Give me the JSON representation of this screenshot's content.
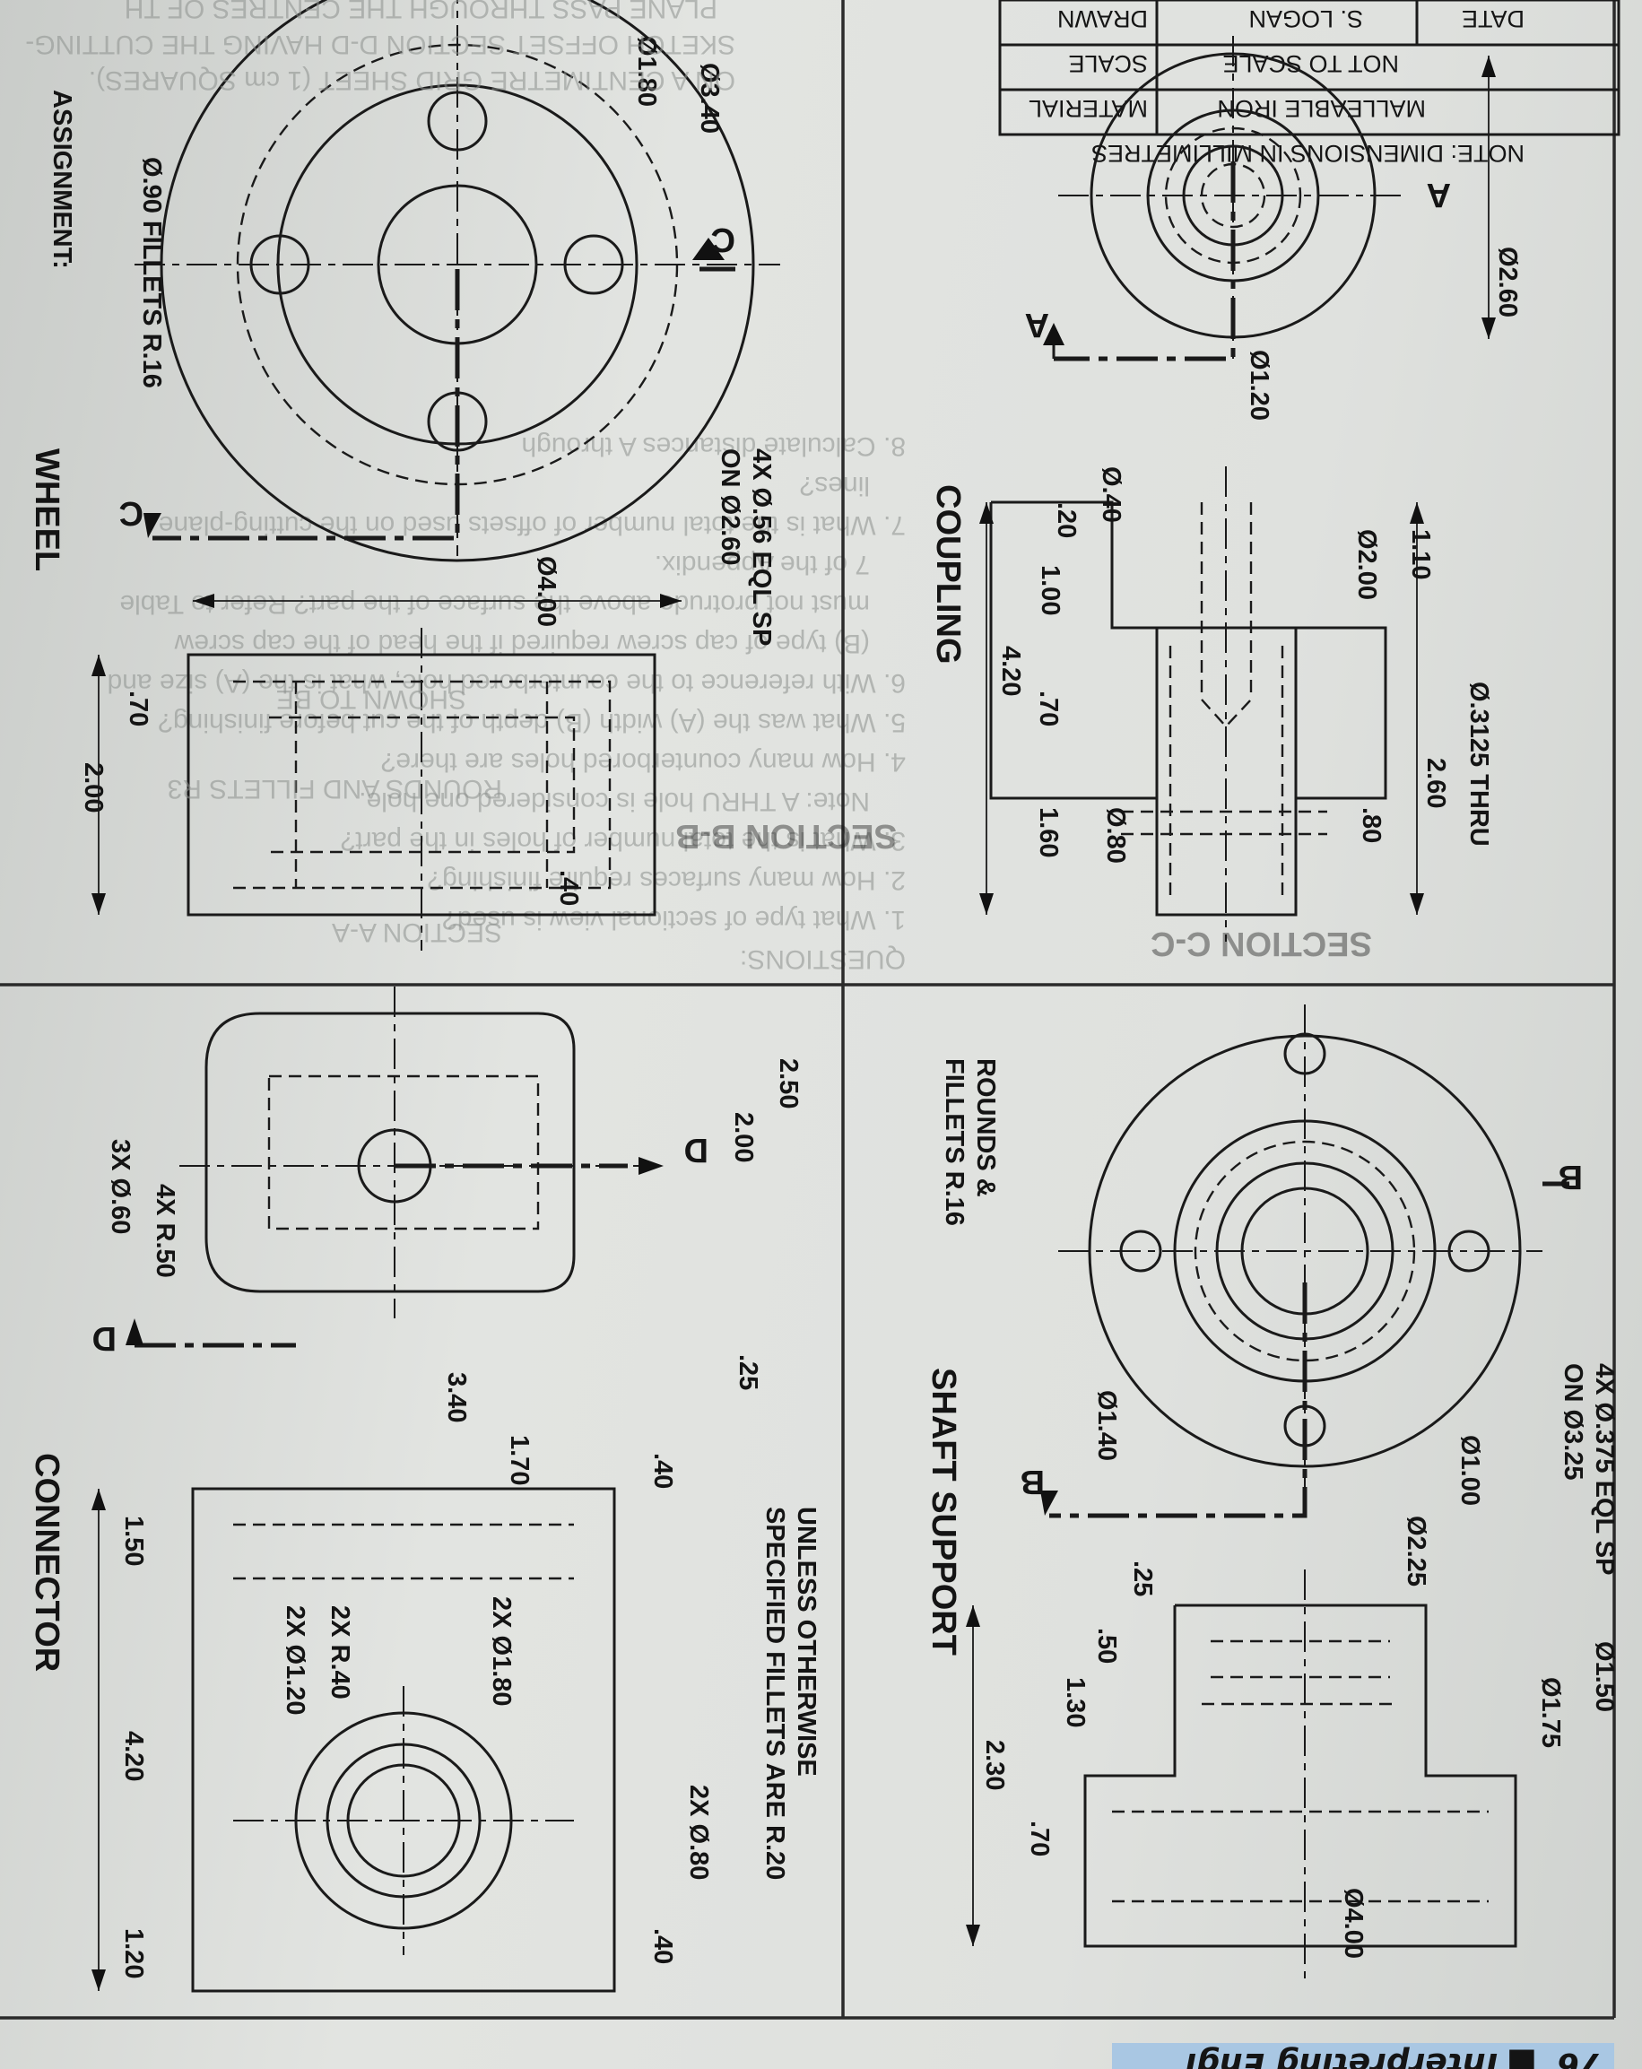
{
  "header": {
    "page_number": "76",
    "bullet": "■",
    "running_title": "Interpreting Engi"
  },
  "drawings": {
    "coupling": {
      "title": "COUPLING",
      "section_b_label": "SECTION B-B",
      "section_c_label": "SECTION C-C",
      "cut_plane": "A",
      "dims": {
        "d_0_3125_thru": "Ø.3125 THRU",
        "d_2_60_len": "2.60",
        "d_80_small": ".80",
        "d_1_10": "1.10",
        "d_2_00": "Ø2.00",
        "d_1_20": "Ø1.20",
        "d_40": "Ø.40",
        "d_20": ".20",
        "d_1_00": "1.00",
        "d_4_20": "4.20",
        "d_70": ".70",
        "d_1_60": "1.60",
        "d_0_80": "Ø.80",
        "d_2_60_dia": "Ø2.60"
      }
    },
    "title_block": {
      "drawn_label": "DRAWN",
      "drawn_value": "S. LOGAN",
      "date_label": "DATE",
      "scale_label": "SCALE",
      "scale_value": "NOT TO SCALE",
      "material_label": "MATERIAL",
      "material_value": "MALLEABLE IRON",
      "note": "NOTE: DIMENSIONS IN MILLIMETRES"
    },
    "shaft_support": {
      "title": "SHAFT SUPPORT",
      "cut_plane": "B",
      "holes_callout_1": "4X Ø.375 EQL SP",
      "holes_callout_2": "ON Ø3.25",
      "fillets": "ROUNDS &",
      "fillets_2": "FILLETS R.16",
      "dims": {
        "d_1_50": "Ø1.50",
        "d_1_75": "Ø1.75",
        "d_1_00": "Ø1.00",
        "d_2_25": "Ø2.25",
        "d_1_40": "Ø1.40",
        "d_25": ".25",
        "d_50": ".50",
        "d_1_30": "1.30",
        "d_2_30": "2.30",
        "d_70": ".70",
        "d_4_00": "Ø4.00"
      }
    },
    "wheel": {
      "title": "WHEEL",
      "cut_plane": "C",
      "assignment": "ASSIGNMENT:",
      "holes_callout_1": "4X Ø.56 EQL SP",
      "holes_callout_2": "ON Ø2.60",
      "fillets": "Ø.90 FILLETS R.16",
      "dims": {
        "d_1_80": "Ø1.80",
        "d_3_40": "Ø3.40",
        "d_4_00": "Ø4.00",
        "d_70": ".70",
        "d_2_00": "2.00",
        "d_40": ".40"
      },
      "faint_text_1": "SKETCH OFFSET SECTION D-D HAVING THE CUTTING-",
      "faint_text_2": "ON A CENTIMETRE GRID SHEET (1 cm SQUARES).",
      "faint_text_3": "PLANE PASS THROUGH THE CENTRES OF TH",
      "faint_text_4": "SECTION A-A",
      "faint_text_5": "ROUNDS AND FILLETS R3",
      "faint_text_6": "SHOWN TO BE"
    },
    "connector": {
      "title": "CONNECTOR",
      "cut_plane": "D",
      "note_1": "UNLESS OTHERWISE",
      "note_2": "SPECIFIED FILLETS ARE R.20",
      "dims": {
        "d_2_50": "2.50",
        "d_2_00": "2.00",
        "d_25": ".25",
        "d_3_40": "3.40",
        "d_1_70": "1.70",
        "d_40a": ".40",
        "d_2x_1_80": "2X Ø1.80",
        "d_2x_r40": "2X R.40",
        "d_2x_1_20": "2X Ø1.20",
        "d_2x_80": "2X Ø.80",
        "d_40b": ".40",
        "d_4x_r50": "4X R.50",
        "d_3x_60": "3X Ø.60",
        "d_1_50": "1.50",
        "d_4_20": "4.20",
        "d_1_20": "1.20"
      }
    }
  },
  "questions": {
    "heading": "QUESTIONS:",
    "q1": "1.  What type of sectional view is used?",
    "q2": "2.  How many surfaces require finishing?",
    "q3": "3.  What is the total number of holes in the part?",
    "q3b": "Note: A THRU hole is considered one hole.",
    "q4": "4.  How many counterbored holes are there?",
    "q5": "5.  What was the (A) width (B) depth of the cut before finishing?",
    "q6": "6.  With reference to the counterbored hole, what is the (A) size and",
    "q6b": "(B) type of cap screw required if the head of the cap screw",
    "q6c": "must not protrude above the surface of the part? Refer to Table",
    "q6d": "7 of the Appendix.",
    "q7": "7.  What is the total number of offsets used on the cutting-plane",
    "q7b": "lines?",
    "q8": "8.  Calculate distances A through"
  }
}
